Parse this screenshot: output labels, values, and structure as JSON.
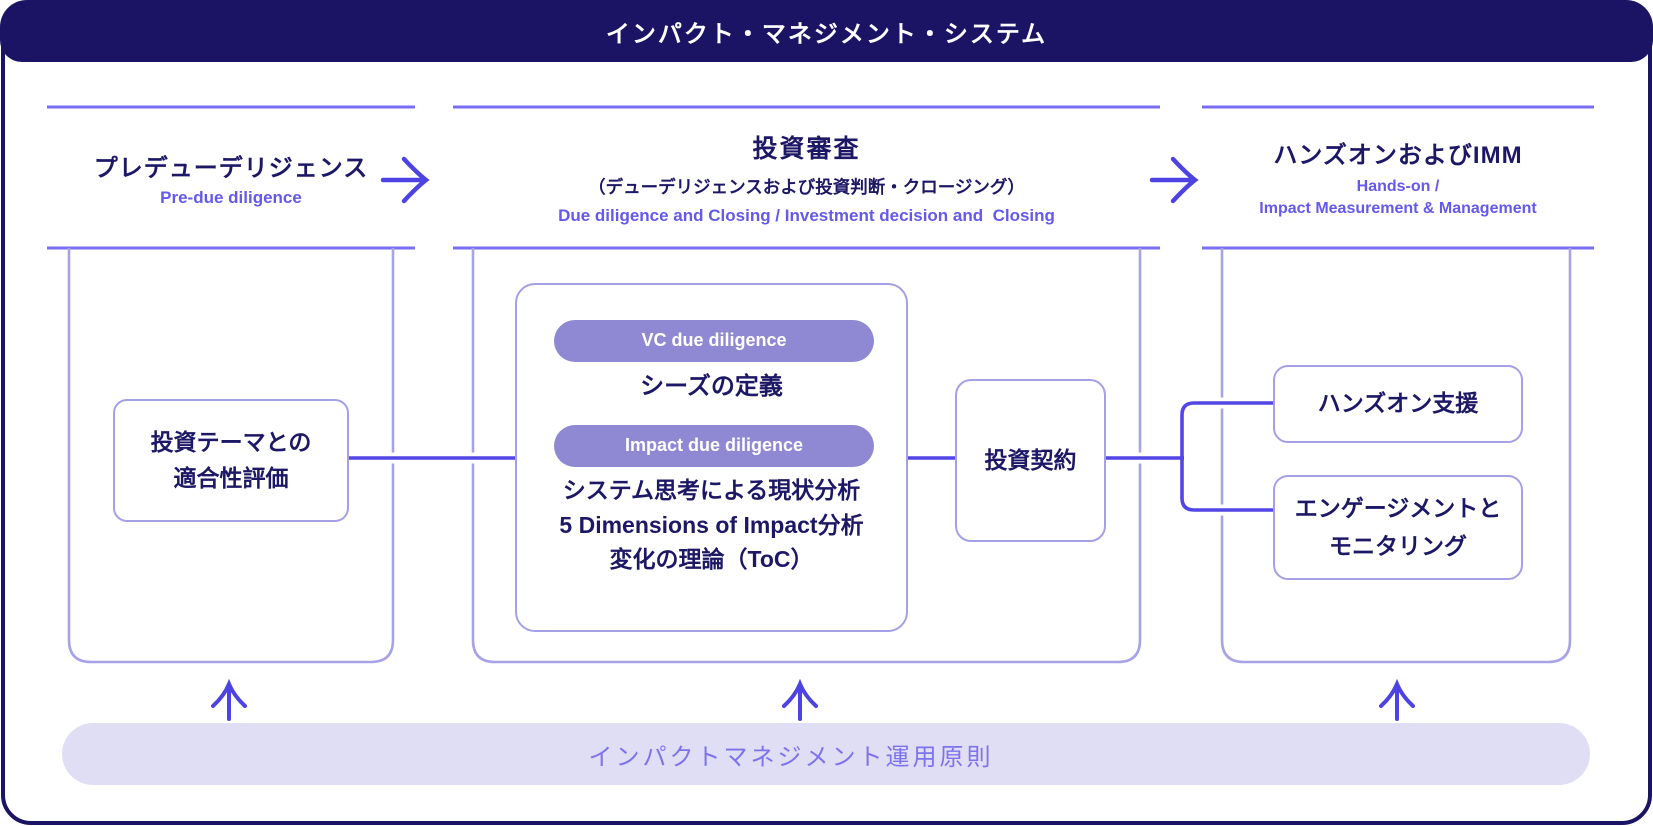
{
  "banner": {
    "title": "インパクト・マネジメント・システム"
  },
  "phases": {
    "pre": {
      "title": "プレデューデリジェンス",
      "subtitle_en": "Pre-due diligence",
      "theme_box": "投資テーマとの\n適合性評価"
    },
    "screening": {
      "title": "投資審査",
      "subtitle_ja": "（デューデリジェンスおよび投資判断・クロージング）",
      "subtitle_en": "Due diligence and Closing / Investment decision and  Closing",
      "pill_vc": "VC due diligence",
      "seeds_label": "シーズの定義",
      "pill_impact": "Impact due diligence",
      "analysis": [
        "システム思考による現状分析",
        "5 Dimensions of Impact分析",
        "変化の理論（ToC）"
      ],
      "contract_box": "投資契約"
    },
    "handson": {
      "title": "ハンズオンおよびIMM",
      "subtitle_en": "Hands-on /\nImpact Measurement & Management",
      "support_box": "ハンズオン支援",
      "engagement_box": "エンゲージメントと\nモニタリング"
    }
  },
  "footer": {
    "label": "インパクトマネジメント運用原則"
  },
  "colors": {
    "navy": "#1b1464",
    "text_navy": "#1d1866",
    "rule_purple": "#7a6ef0",
    "container_border": "#a8a2e6",
    "connector": "#5247e6",
    "arrow": "#4d43e2",
    "pill_bg": "#8f89d3",
    "accent_purple": "#6459ea",
    "footer_bg": "#e0def4",
    "footer_text": "#7d73ec"
  }
}
